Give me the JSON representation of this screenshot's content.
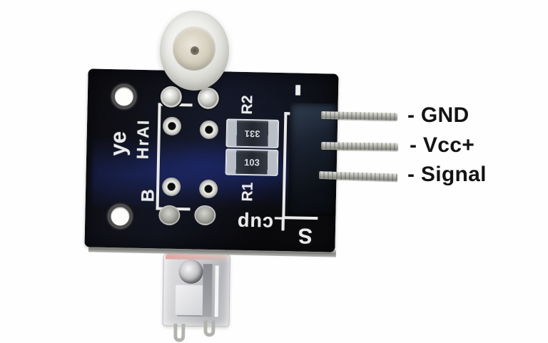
{
  "pins": [
    {
      "label": "- GND"
    },
    {
      "label": "- Vcc+"
    },
    {
      "label": "- Signal"
    }
  ],
  "silkscreen": {
    "text_ye": "ye",
    "text_column": "HrAI",
    "text_b": "B",
    "r2_designator": "R2",
    "r1_designator": "R1",
    "minus_mark": "-",
    "bottom_s": "S",
    "bottom_word": "Lcup"
  },
  "resistors": {
    "r2_value": "331",
    "r1_value": "103"
  },
  "colors": {
    "background": "#ffffff",
    "pcb_black": "#0b0b0e",
    "silkscreen_white": "#e9e9e9",
    "annotation_text": "#131313",
    "pin_metal": "#b2b2ac",
    "watermark_blue_tint": "#2c44c8"
  }
}
